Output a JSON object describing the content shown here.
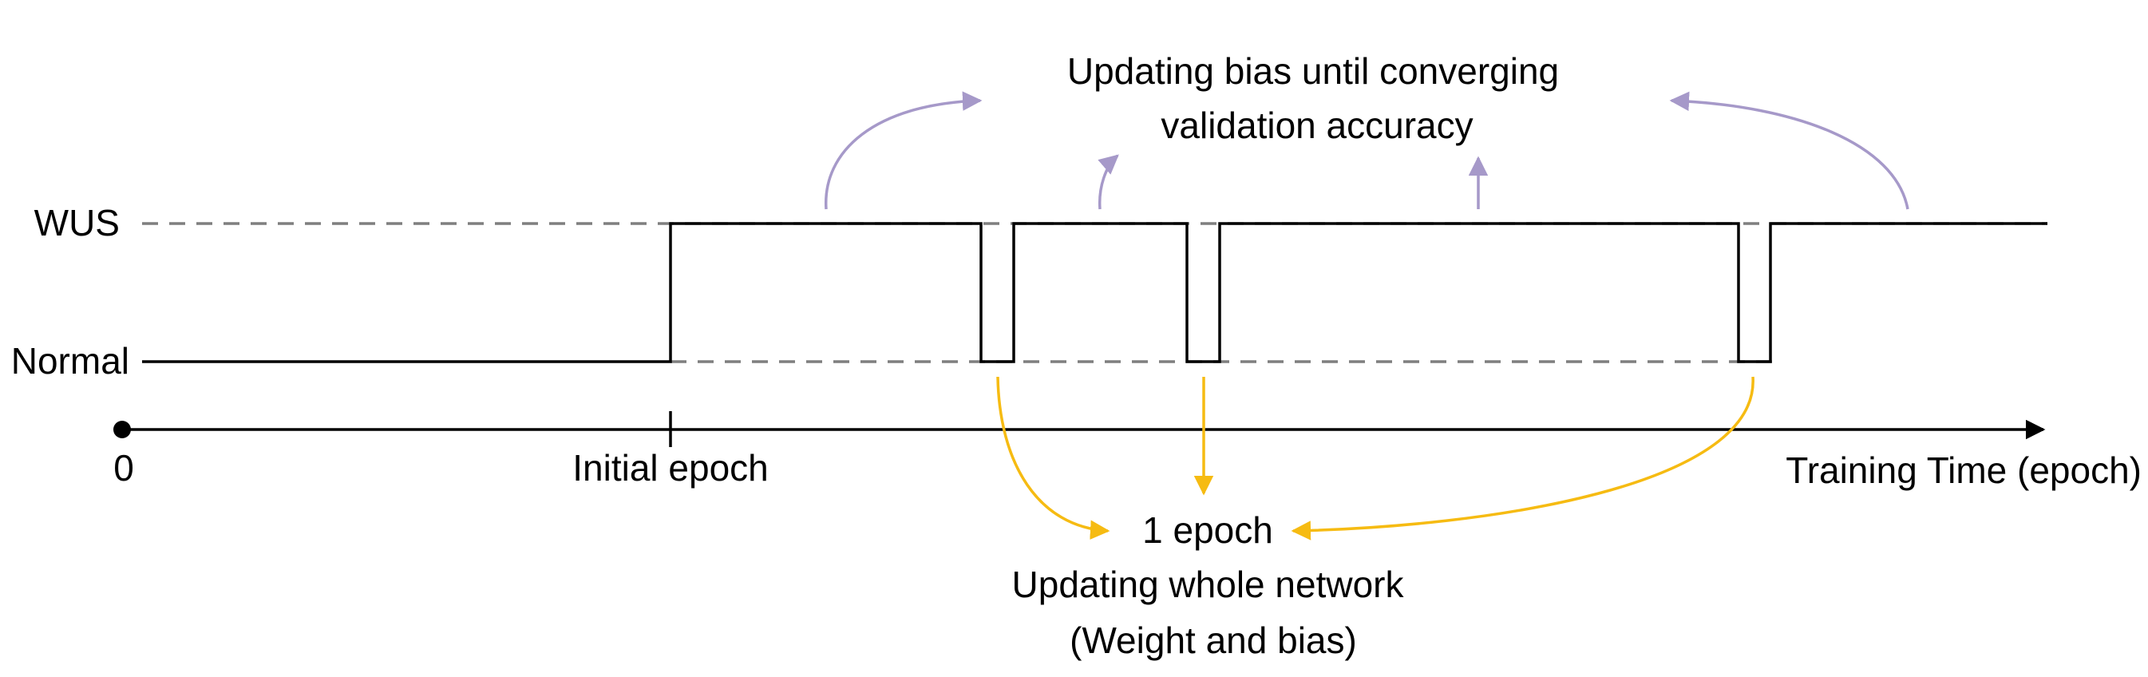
{
  "labels": {
    "wus": "WUS",
    "normal": "Normal",
    "origin": "0",
    "initial_epoch": "Initial epoch",
    "time_axis": "Training Time (epoch)",
    "bias_note_line1": "Updating bias until converging",
    "bias_note_line2": "validation accuracy",
    "epoch_note_line1": "1 epoch",
    "epoch_note_line2": "Updating whole network",
    "epoch_note_line3": "(Weight and bias)"
  },
  "colors": {
    "signal": "#000000",
    "guide": "#7f7f7f",
    "bias_arrow": "#a699c9",
    "epoch_arrow": "#f6bb12"
  }
}
